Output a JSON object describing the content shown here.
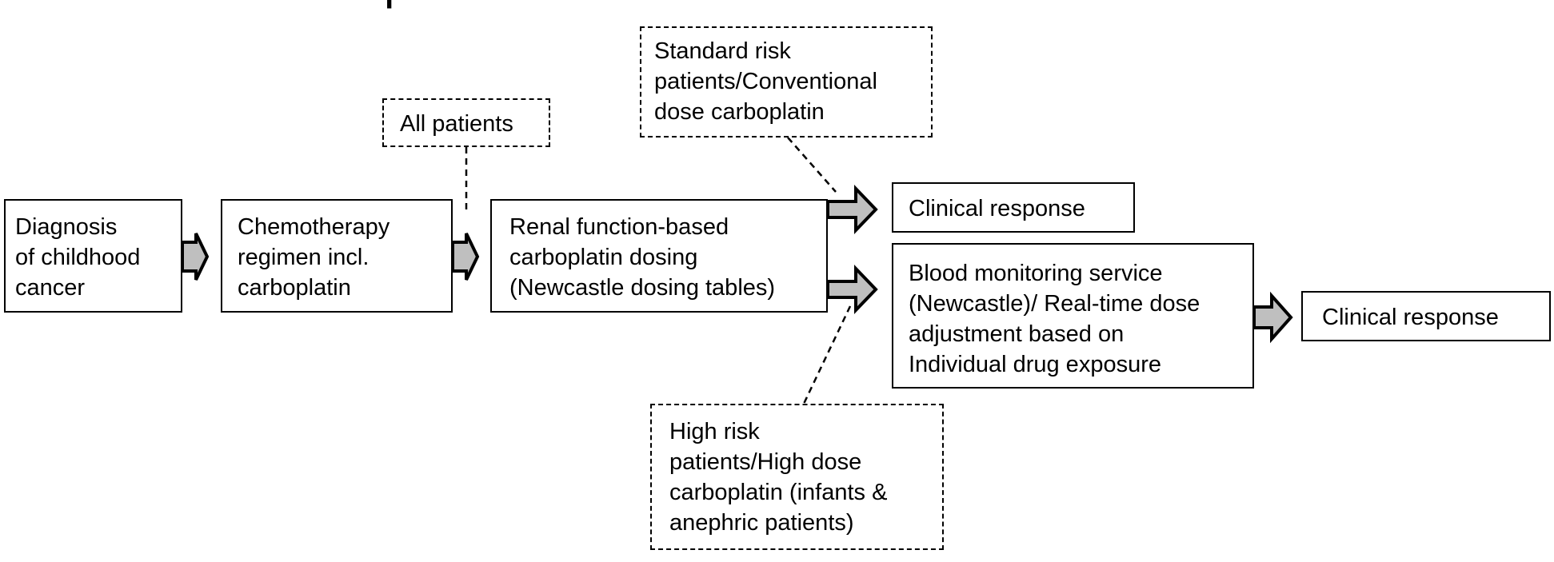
{
  "heading_fragment": "p",
  "boxes": {
    "diagnosis": [
      "Diagnosis",
      "of childhood",
      "cancer"
    ],
    "chemo": [
      "Chemotherapy",
      "regimen incl.",
      "carboplatin"
    ],
    "renal": [
      "Renal function-based",
      "carboplatin dosing",
      "(Newcastle dosing tables)"
    ],
    "clinical_response_1": [
      "Clinical response"
    ],
    "monitoring": [
      "Blood monitoring service",
      "(Newcastle)/ Real-time dose",
      "adjustment based on",
      "Individual drug exposure"
    ],
    "clinical_response_2": [
      "Clinical response"
    ],
    "all_patients": [
      "All patients"
    ],
    "standard_risk": [
      "Standard risk",
      "patients/Conventional",
      "dose carboplatin"
    ],
    "high_risk": [
      "High risk",
      "patients/High dose",
      "carboplatin (infants &",
      "anephric patients)"
    ]
  },
  "colors": {
    "arrow_fill": "#bfbfbf",
    "stroke": "#000000",
    "background": "#ffffff"
  }
}
